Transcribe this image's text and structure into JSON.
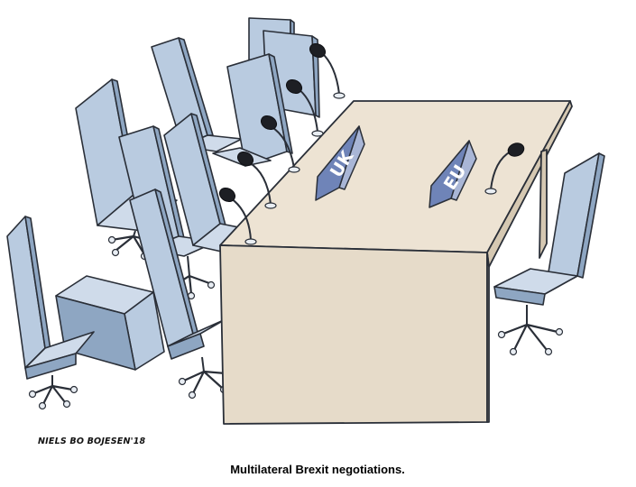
{
  "signature": "NIELS BO BOJESEN'18",
  "caption": "Multilateral Brexit negotiations.",
  "signs": {
    "uk": "UK",
    "eu": "EU"
  },
  "colors": {
    "chair": "#b9cbe0",
    "table": "#ede3d3",
    "sign": "#6f84b8",
    "microphone": "#1d1f24"
  }
}
